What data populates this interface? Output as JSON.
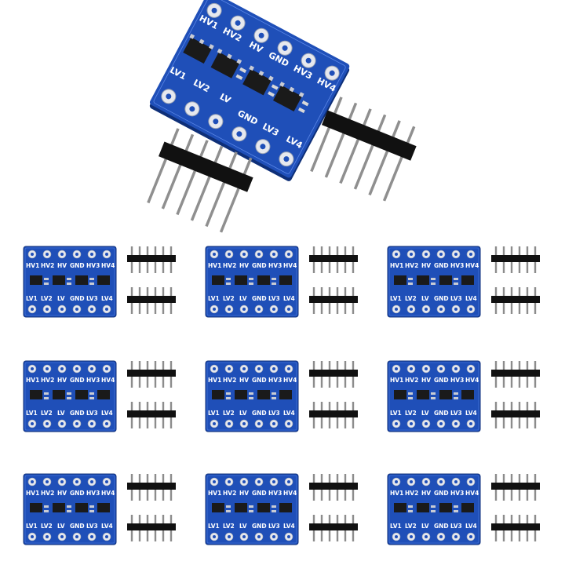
{
  "product": {
    "board": {
      "top_labels": [
        "HV1",
        "HV2",
        "HV",
        "GND",
        "HV3",
        "HV4"
      ],
      "bottom_labels": [
        "LV1",
        "LV2",
        "LV",
        "GND",
        "LV3",
        "LV4"
      ],
      "pcb_color": "#1f4fb8",
      "pad_color": "#d9dde6",
      "chip_color": "#1a1a1a"
    },
    "header_pin_count": 6,
    "small_board_count": 9
  }
}
